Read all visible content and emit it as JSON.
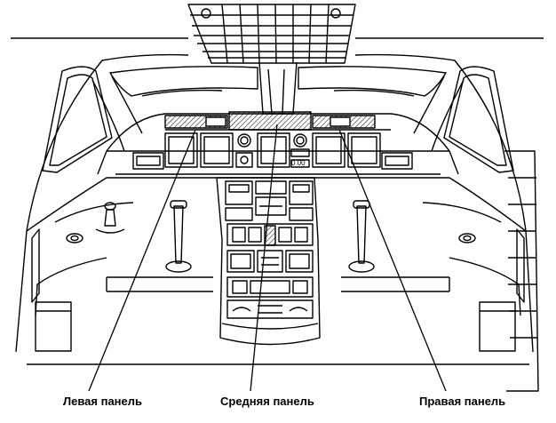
{
  "diagram": {
    "labels": {
      "left_panel": "Левая панель",
      "center_panel": "Средняя панель",
      "right_panel": "Правая панель"
    },
    "center_display_text": "0 00",
    "colors": {
      "stroke": "#000000",
      "background": "#ffffff",
      "hatch": "#000000"
    }
  }
}
